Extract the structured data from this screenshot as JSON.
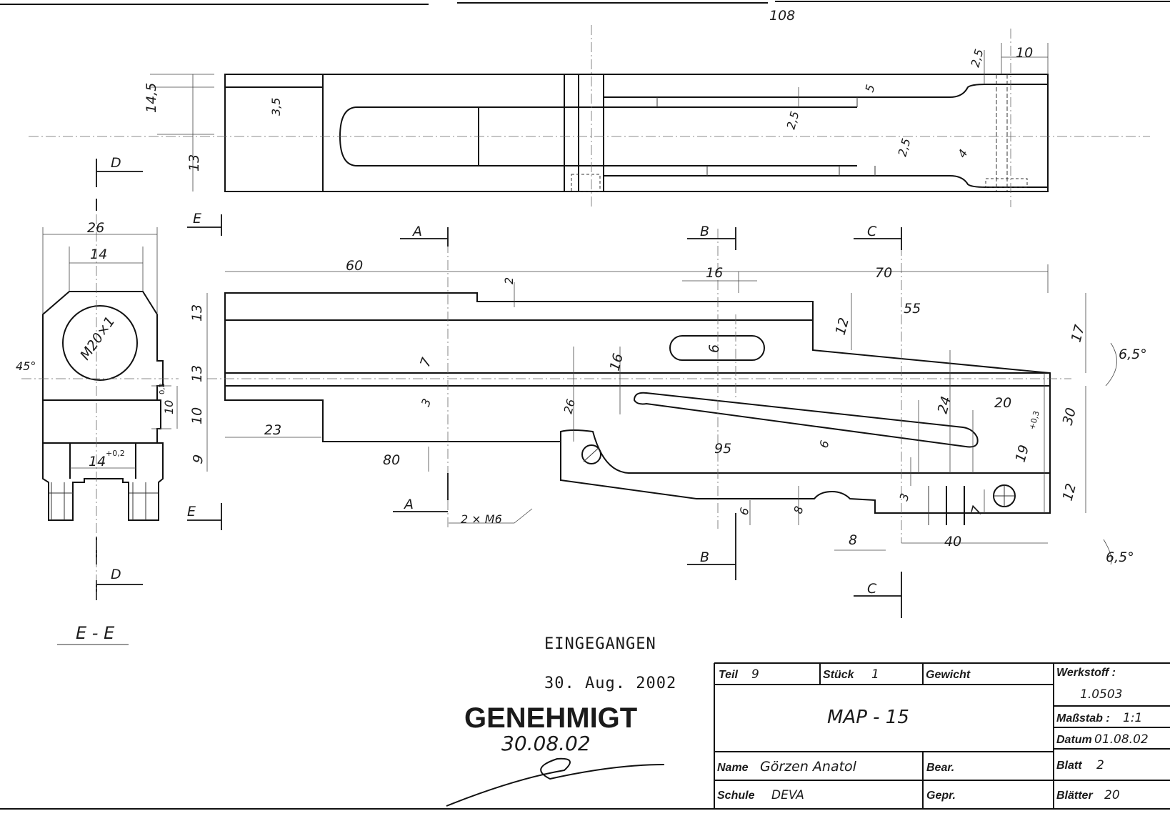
{
  "drawing": {
    "top_view_dims": [
      "108",
      "14,5",
      "13",
      "3,5",
      "2,5",
      "2,5",
      "5",
      "2,5",
      "4",
      "10"
    ],
    "front_view_dims": [
      "60",
      "2",
      "16",
      "70",
      "55",
      "12",
      "17",
      "13",
      "13",
      "10",
      "9",
      "23",
      "7",
      "3",
      "16",
      "6",
      "26",
      "80",
      "95",
      "6",
      "24",
      "20",
      "19",
      "+0,3",
      "30",
      "12",
      "3",
      "7",
      "6",
      "8",
      "8",
      "40"
    ],
    "angles": [
      "6,5°",
      "6,5°"
    ],
    "section_view": {
      "dims": [
        "26",
        "14",
        "45°",
        "10",
        "0,2",
        "14",
        "+0,2"
      ],
      "thread_label": "M20×1",
      "label": "E - E"
    },
    "section_markers": [
      "A",
      "A",
      "B",
      "B",
      "C",
      "C",
      "D",
      "D",
      "E",
      "E"
    ],
    "thread_note": "2 × M6"
  },
  "stamps": {
    "received": "EINGEGANGEN",
    "received_date": "30. Aug. 2002",
    "approved": "GENEHMIGT",
    "approved_date": "30.08.02"
  },
  "title_block": {
    "teil_label": "Teil",
    "teil_value": "9",
    "stueck_label": "Stück",
    "stueck_value": "1",
    "gewicht_label": "Gewicht",
    "werkstoff_label": "Werkstoff :",
    "werkstoff_value": "1.0503",
    "part_name": "MAP - 15",
    "massstab_label": "Maßstab :",
    "massstab_value": "1:1",
    "datum_label": "Datum",
    "datum_value": "01.08.02",
    "name_label": "Name",
    "name_value": "Görzen Anatol",
    "bear_label": "Bear.",
    "blatt_label": "Blatt",
    "blatt_value": "2",
    "schule_label": "Schule",
    "schule_value": "DEVA",
    "gepr_label": "Gepr.",
    "blaetter_label": "Blätter",
    "blaetter_value": "20"
  },
  "colors": {
    "ink": "#111111",
    "paper": "#ffffff"
  }
}
